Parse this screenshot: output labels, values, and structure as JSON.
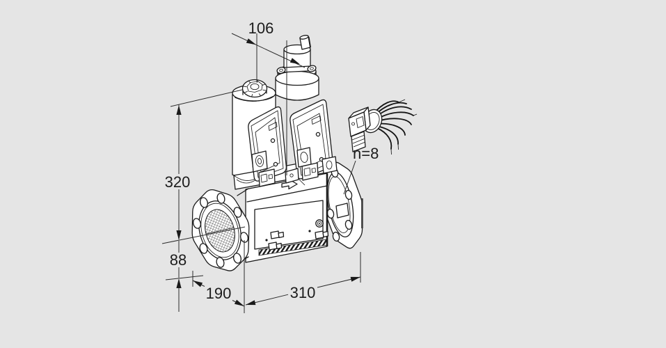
{
  "canvas": {
    "background": "#e5e5e5",
    "line_color": "#1a1a1a",
    "fill_color": "#ffffff"
  },
  "figure": {
    "kind": "isometric-technical-drawing",
    "subject": "double-solenoid-valve-with-flanges",
    "dimensions": {
      "d106": "106",
      "d320": "320",
      "d88": "88",
      "d190": "190",
      "d310": "310",
      "n8": "n=8"
    }
  }
}
